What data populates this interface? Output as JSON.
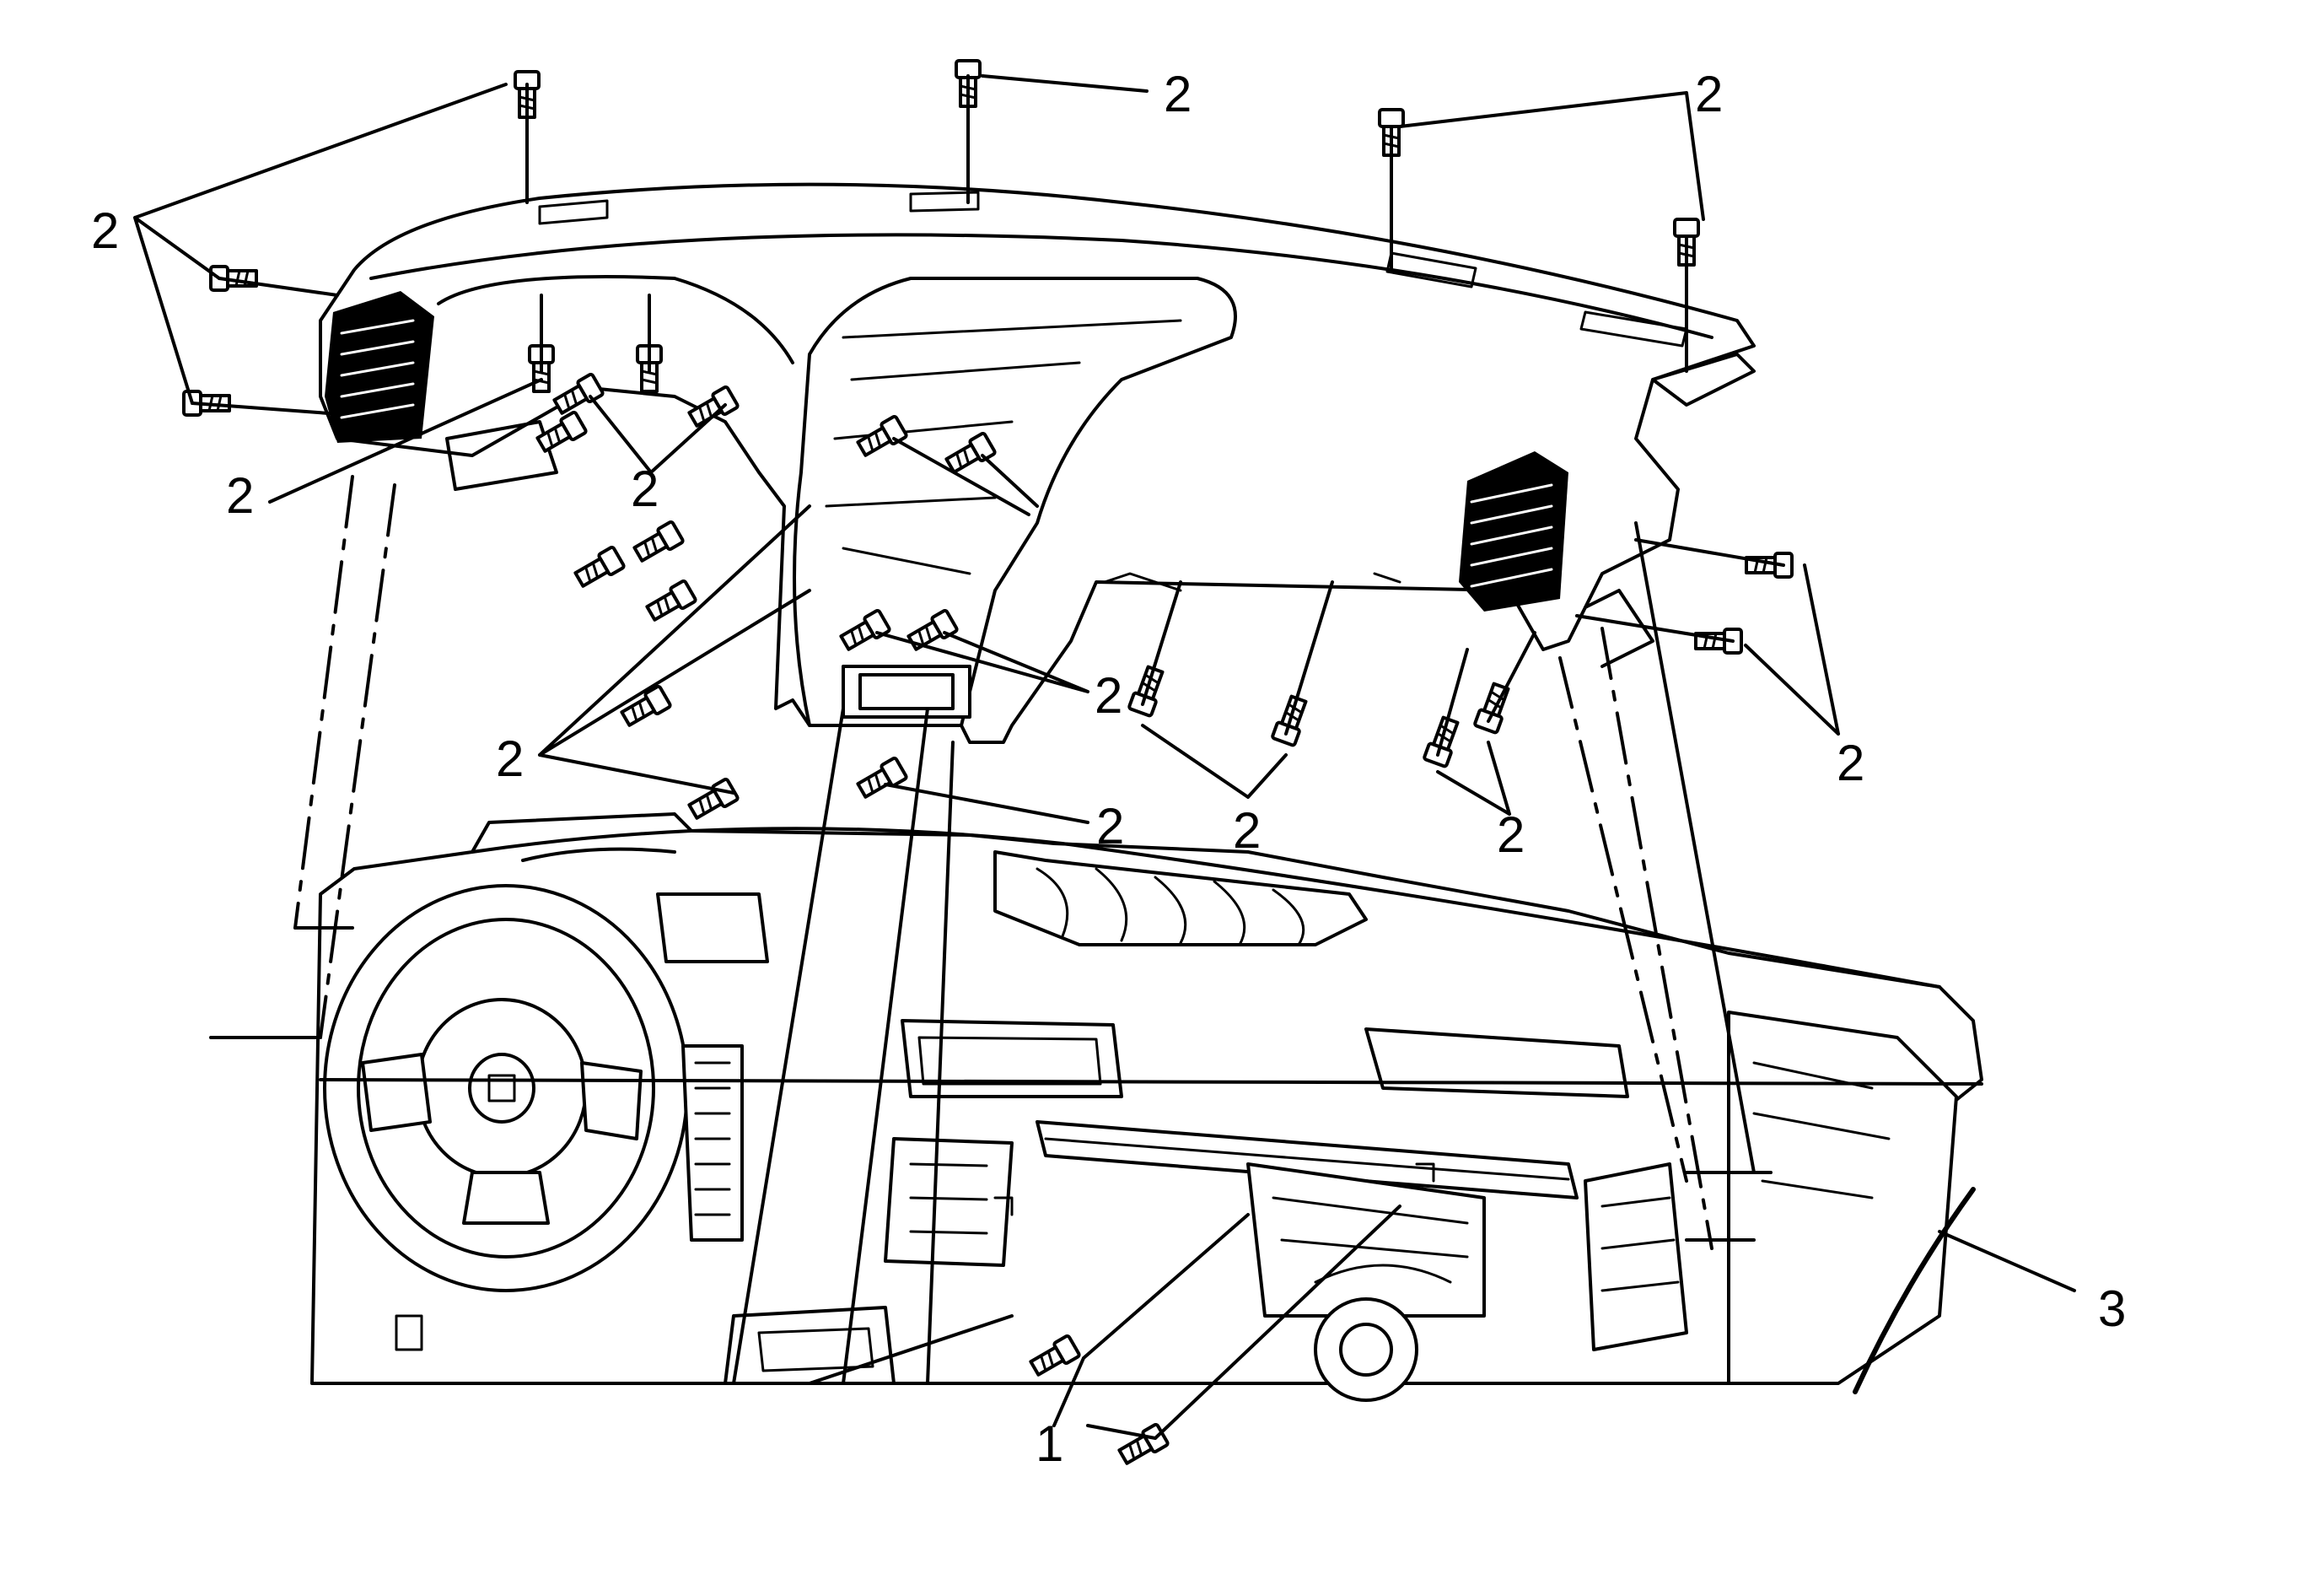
{
  "callouts": {
    "screw_1": "1",
    "fastener_2": "2",
    "panel_3": "3"
  },
  "colors": {
    "ink": "#000000",
    "paper": "#ffffff"
  },
  "icons": [
    "bolt-icon"
  ]
}
